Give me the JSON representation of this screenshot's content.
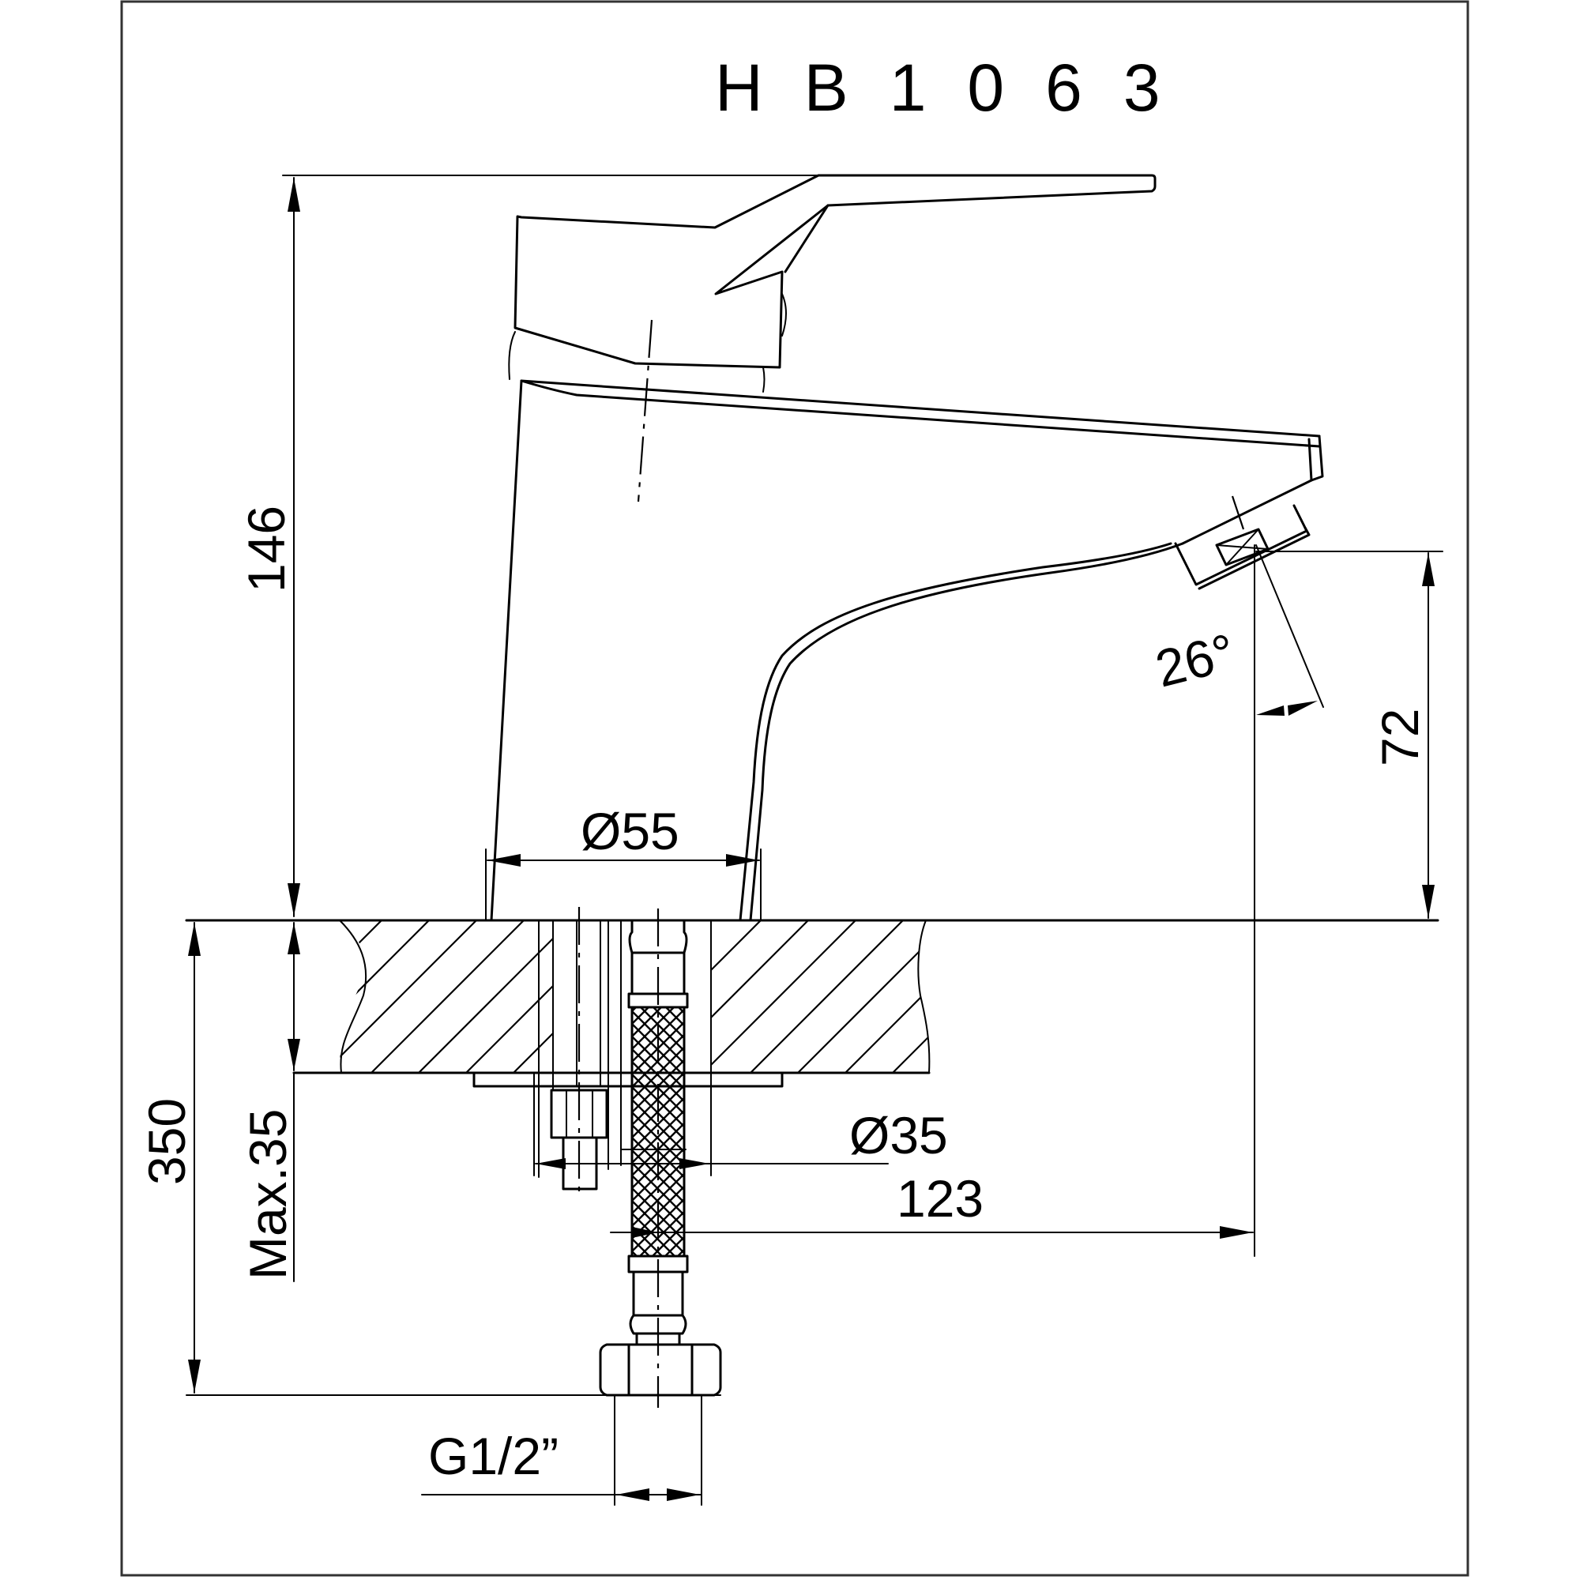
{
  "drawing": {
    "title": "HB1063",
    "subject": "single-lever basin mixer tap, side elevation, mounted through countertop",
    "colors": {
      "line": "#000000",
      "frame": "#333333",
      "background": "#ffffff"
    }
  },
  "dimensions": {
    "total_height": "146",
    "spout_outlet_height": "72",
    "base_diameter": "Ø55",
    "spout_angle": "26°",
    "hole_diameter": "Ø35",
    "spout_reach": "123",
    "hose_length": "350",
    "max_countertop_thickness": "Max.35",
    "connection_thread": "G1/2”"
  }
}
